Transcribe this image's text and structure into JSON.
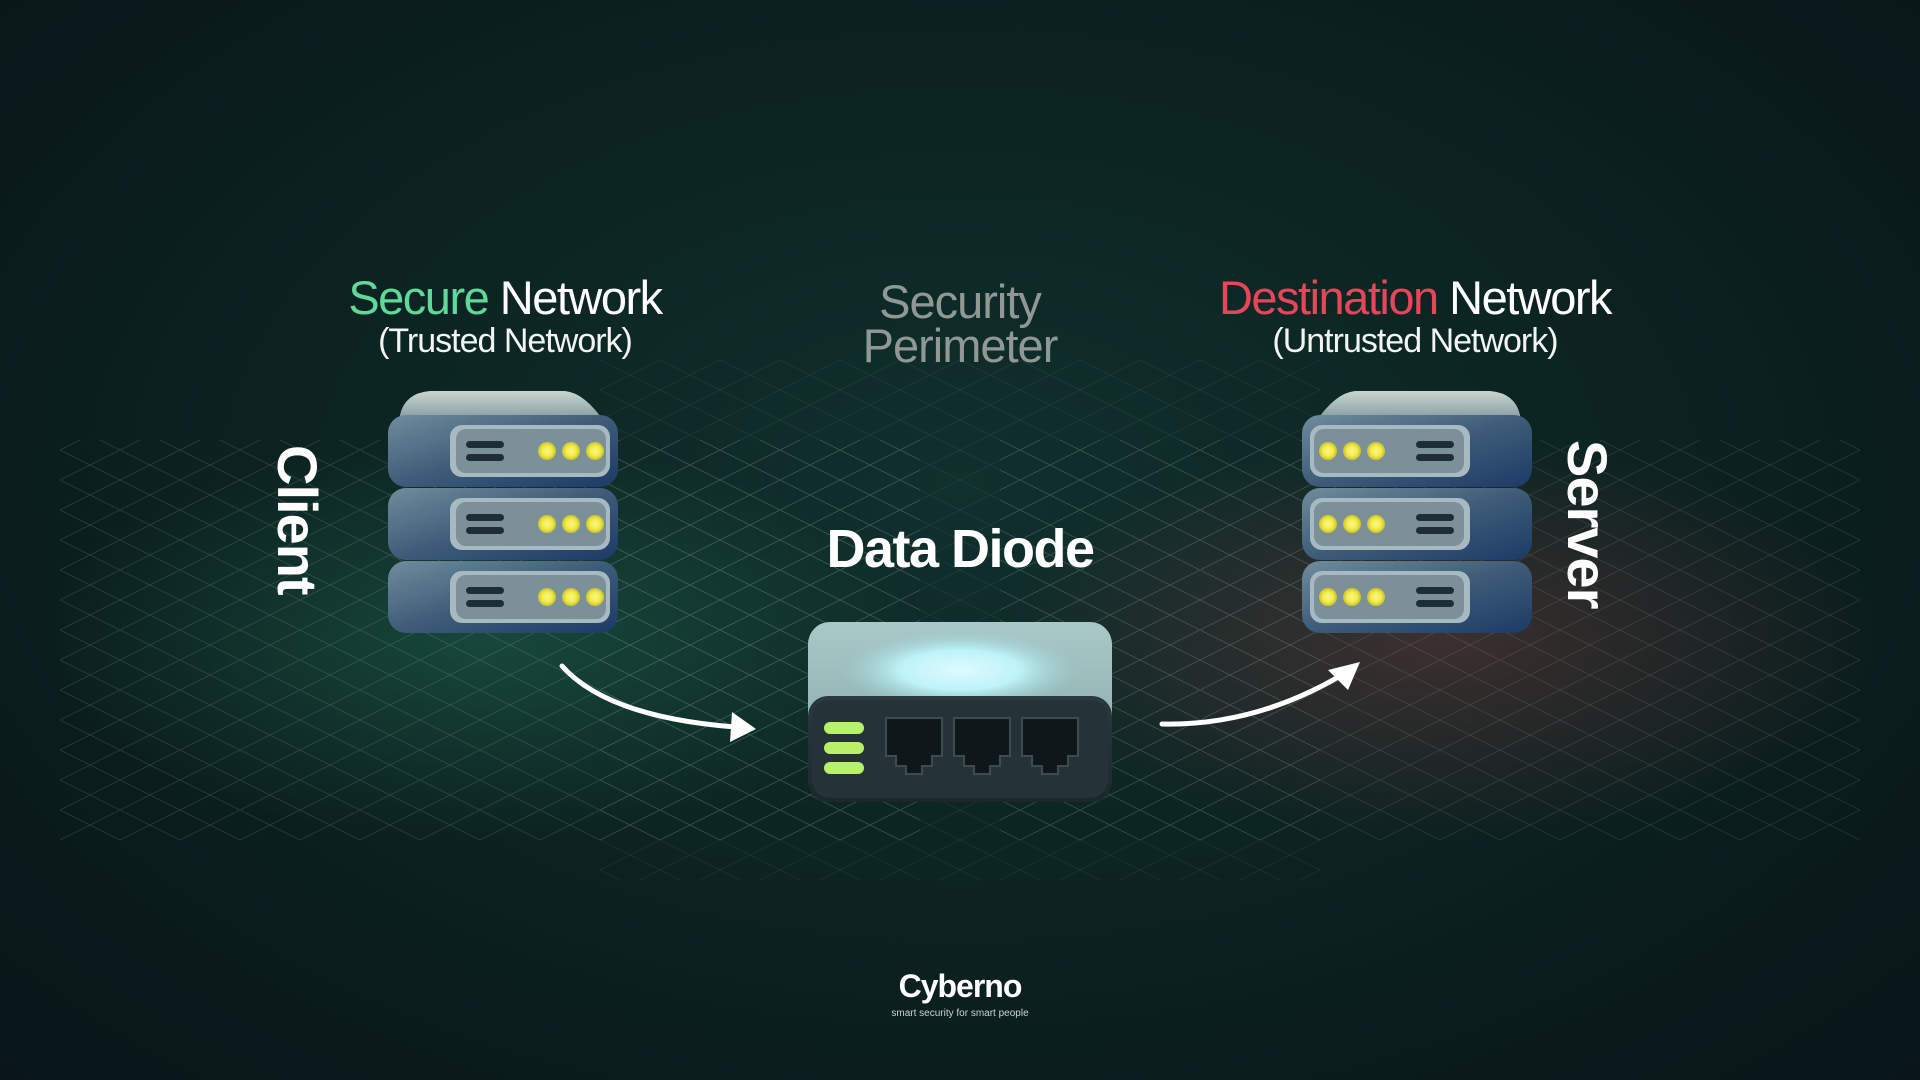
{
  "left_network": {
    "accent": "Secure",
    "rest": " Network",
    "subtitle": "(Trusted Network)",
    "accent_color": "#5fd99a"
  },
  "right_network": {
    "accent": "Destination",
    "rest": " Network",
    "subtitle": "(Untrusted Network)",
    "accent_color": "#e8455a"
  },
  "perimeter": {
    "line1": "Security",
    "line2": "Perimeter"
  },
  "client_label": "Client",
  "server_label": "Server",
  "diode": {
    "title": "Data Diode",
    "led_color": "#b8f06a",
    "glow_color": "#bdf3f7"
  },
  "server_led_color": "#f0ea4a",
  "brand": {
    "name": "Cyberno",
    "tagline": "smart security for smart people",
    "accent": "#5fd99a"
  },
  "icons": [
    "client-server-stack-icon",
    "data-diode-device-icon",
    "server-stack-icon",
    "arrow-icon"
  ]
}
